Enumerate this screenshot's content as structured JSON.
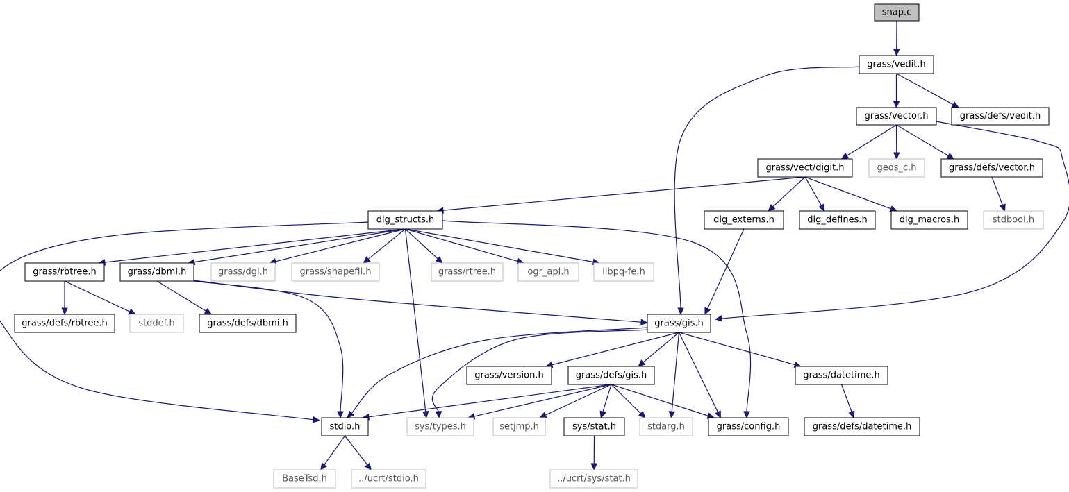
{
  "colors": {
    "edge": "#191970",
    "current_fill": "#bfbfbf",
    "doc_border": "#000000",
    "undoc_border": "#bfbfbf"
  },
  "nodes": [
    {
      "id": "snap_c",
      "label": "snap.c",
      "kind": "current"
    },
    {
      "id": "grass_vedit_h",
      "label": "grass/vedit.h",
      "kind": "doc"
    },
    {
      "id": "grass_vector_h",
      "label": "grass/vector.h",
      "kind": "doc"
    },
    {
      "id": "grass_defs_vedit_h",
      "label": "grass/defs/vedit.h",
      "kind": "doc"
    },
    {
      "id": "grass_vect_digit_h",
      "label": "grass/vect/digit.h",
      "kind": "doc"
    },
    {
      "id": "geos_c_h",
      "label": "geos_c.h",
      "kind": "undoc"
    },
    {
      "id": "grass_defs_vector_h",
      "label": "grass/defs/vector.h",
      "kind": "doc"
    },
    {
      "id": "dig_structs_h",
      "label": "dig_structs.h",
      "kind": "doc"
    },
    {
      "id": "dig_externs_h",
      "label": "dig_externs.h",
      "kind": "doc"
    },
    {
      "id": "dig_defines_h",
      "label": "dig_defines.h",
      "kind": "doc"
    },
    {
      "id": "dig_macros_h",
      "label": "dig_macros.h",
      "kind": "doc"
    },
    {
      "id": "stdbool_h",
      "label": "stdbool.h",
      "kind": "undoc"
    },
    {
      "id": "grass_rbtree_h",
      "label": "grass/rbtree.h",
      "kind": "doc"
    },
    {
      "id": "grass_dbmi_h",
      "label": "grass/dbmi.h",
      "kind": "doc"
    },
    {
      "id": "grass_dgl_h",
      "label": "grass/dgl.h",
      "kind": "undoc"
    },
    {
      "id": "grass_shapefil_h",
      "label": "grass/shapefil.h",
      "kind": "undoc"
    },
    {
      "id": "grass_rtree_h",
      "label": "grass/rtree.h",
      "kind": "undoc"
    },
    {
      "id": "ogr_api_h",
      "label": "ogr_api.h",
      "kind": "undoc"
    },
    {
      "id": "libpq_fe_h",
      "label": "libpq-fe.h",
      "kind": "undoc"
    },
    {
      "id": "grass_defs_rbtree_h",
      "label": "grass/defs/rbtree.h",
      "kind": "doc"
    },
    {
      "id": "stddef_h",
      "label": "stddef.h",
      "kind": "undoc"
    },
    {
      "id": "grass_defs_dbmi_h",
      "label": "grass/defs/dbmi.h",
      "kind": "doc"
    },
    {
      "id": "grass_gis_h",
      "label": "grass/gis.h",
      "kind": "doc"
    },
    {
      "id": "grass_version_h",
      "label": "grass/version.h",
      "kind": "doc"
    },
    {
      "id": "grass_defs_gis_h",
      "label": "grass/defs/gis.h",
      "kind": "doc"
    },
    {
      "id": "grass_datetime_h",
      "label": "grass/datetime.h",
      "kind": "doc"
    },
    {
      "id": "stdio_h",
      "label": "stdio.h",
      "kind": "doc"
    },
    {
      "id": "sys_types_h",
      "label": "sys/types.h",
      "kind": "undoc"
    },
    {
      "id": "setjmp_h",
      "label": "setjmp.h",
      "kind": "undoc"
    },
    {
      "id": "sys_stat_h",
      "label": "sys/stat.h",
      "kind": "doc"
    },
    {
      "id": "stdarg_h",
      "label": "stdarg.h",
      "kind": "undoc"
    },
    {
      "id": "grass_config_h",
      "label": "grass/config.h",
      "kind": "doc"
    },
    {
      "id": "grass_defs_datetime_h",
      "label": "grass/defs/datetime.h",
      "kind": "doc"
    },
    {
      "id": "basetsd_h",
      "label": "BaseTsd.h",
      "kind": "undoc"
    },
    {
      "id": "ucrt_stdio_h",
      "label": "../ucrt/stdio.h",
      "kind": "undoc"
    },
    {
      "id": "ucrt_sys_stat_h",
      "label": "../ucrt/sys/stat.h",
      "kind": "undoc"
    }
  ],
  "edges": [
    {
      "from": "snap_c",
      "to": "grass_vedit_h"
    },
    {
      "from": "grass_vedit_h",
      "to": "grass_vector_h"
    },
    {
      "from": "grass_vedit_h",
      "to": "grass_defs_vedit_h"
    },
    {
      "from": "grass_vedit_h",
      "to": "grass_gis_h"
    },
    {
      "from": "grass_vector_h",
      "to": "grass_vect_digit_h"
    },
    {
      "from": "grass_vector_h",
      "to": "geos_c_h"
    },
    {
      "from": "grass_vector_h",
      "to": "grass_defs_vector_h"
    },
    {
      "from": "grass_vector_h",
      "to": "grass_gis_h"
    },
    {
      "from": "grass_defs_vector_h",
      "to": "stdbool_h"
    },
    {
      "from": "grass_vect_digit_h",
      "to": "dig_structs_h"
    },
    {
      "from": "grass_vect_digit_h",
      "to": "dig_externs_h"
    },
    {
      "from": "grass_vect_digit_h",
      "to": "dig_defines_h"
    },
    {
      "from": "grass_vect_digit_h",
      "to": "dig_macros_h"
    },
    {
      "from": "dig_externs_h",
      "to": "grass_gis_h"
    },
    {
      "from": "dig_structs_h",
      "to": "grass_rbtree_h"
    },
    {
      "from": "dig_structs_h",
      "to": "grass_dbmi_h"
    },
    {
      "from": "dig_structs_h",
      "to": "grass_dgl_h"
    },
    {
      "from": "dig_structs_h",
      "to": "grass_shapefil_h"
    },
    {
      "from": "dig_structs_h",
      "to": "grass_rtree_h"
    },
    {
      "from": "dig_structs_h",
      "to": "ogr_api_h"
    },
    {
      "from": "dig_structs_h",
      "to": "libpq_fe_h"
    },
    {
      "from": "dig_structs_h",
      "to": "stdio_h"
    },
    {
      "from": "dig_structs_h",
      "to": "sys_types_h"
    },
    {
      "from": "dig_structs_h",
      "to": "grass_config_h"
    },
    {
      "from": "grass_rbtree_h",
      "to": "grass_defs_rbtree_h"
    },
    {
      "from": "grass_rbtree_h",
      "to": "stddef_h"
    },
    {
      "from": "grass_dbmi_h",
      "to": "grass_defs_dbmi_h"
    },
    {
      "from": "grass_dbmi_h",
      "to": "grass_gis_h"
    },
    {
      "from": "grass_dbmi_h",
      "to": "stdio_h"
    },
    {
      "from": "grass_gis_h",
      "to": "stdio_h"
    },
    {
      "from": "grass_gis_h",
      "to": "sys_types_h"
    },
    {
      "from": "grass_gis_h",
      "to": "grass_version_h"
    },
    {
      "from": "grass_gis_h",
      "to": "grass_defs_gis_h"
    },
    {
      "from": "grass_gis_h",
      "to": "stdarg_h"
    },
    {
      "from": "grass_gis_h",
      "to": "grass_config_h"
    },
    {
      "from": "grass_gis_h",
      "to": "grass_datetime_h"
    },
    {
      "from": "grass_datetime_h",
      "to": "grass_defs_datetime_h"
    },
    {
      "from": "grass_defs_gis_h",
      "to": "stdio_h"
    },
    {
      "from": "grass_defs_gis_h",
      "to": "sys_types_h"
    },
    {
      "from": "grass_defs_gis_h",
      "to": "setjmp_h"
    },
    {
      "from": "grass_defs_gis_h",
      "to": "sys_stat_h"
    },
    {
      "from": "grass_defs_gis_h",
      "to": "stdarg_h"
    },
    {
      "from": "grass_defs_gis_h",
      "to": "grass_config_h"
    },
    {
      "from": "stdio_h",
      "to": "basetsd_h"
    },
    {
      "from": "stdio_h",
      "to": "ucrt_stdio_h"
    },
    {
      "from": "sys_stat_h",
      "to": "ucrt_sys_stat_h"
    }
  ]
}
